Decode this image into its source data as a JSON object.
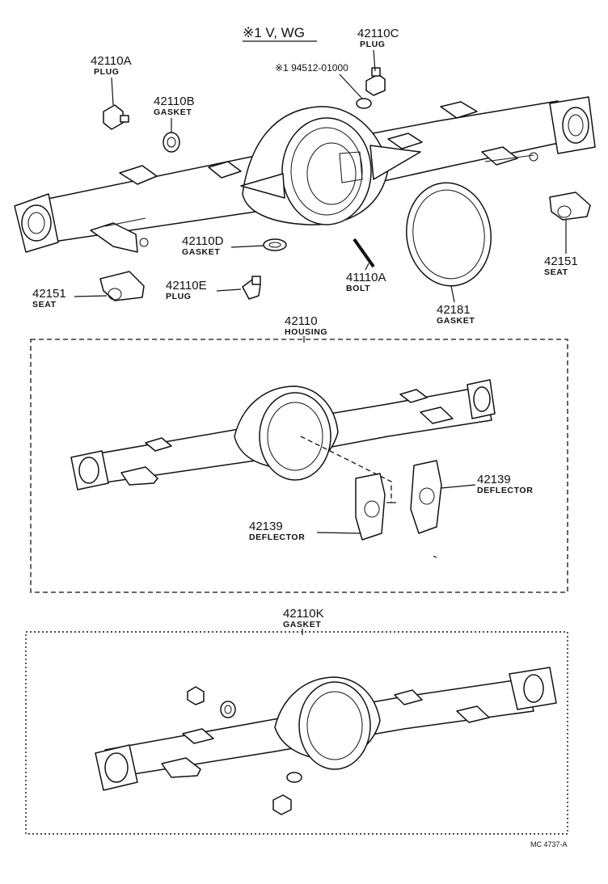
{
  "header": {
    "note": "※1 V, WG"
  },
  "callouts": {
    "c42110C": {
      "num": "42110C",
      "name": "PLUG"
    },
    "c42110A": {
      "num": "42110A",
      "name": "PLUG"
    },
    "c94512": {
      "num": "※1 94512-01000"
    },
    "c42110B": {
      "num": "42110B",
      "name": "GASKET"
    },
    "c42110D": {
      "num": "42110D",
      "name": "GASKET"
    },
    "c42110E": {
      "num": "42110E",
      "name": "PLUG"
    },
    "c42151L": {
      "num": "42151",
      "name": "SEAT"
    },
    "c42151R": {
      "num": "42151",
      "name": "SEAT"
    },
    "c41110A": {
      "num": "41110A",
      "name": "BOLT"
    },
    "c42181": {
      "num": "42181",
      "name": "GASKET"
    },
    "c42110": {
      "num": "42110",
      "name": "HOUSING"
    },
    "c42139R": {
      "num": "42139",
      "name": "DEFLECTOR"
    },
    "c42139L": {
      "num": "42139",
      "name": "DEFLECTOR"
    },
    "c42110K": {
      "num": "42110K",
      "name": "GASKET"
    }
  },
  "footer": {
    "code": "MC 4737-A"
  }
}
